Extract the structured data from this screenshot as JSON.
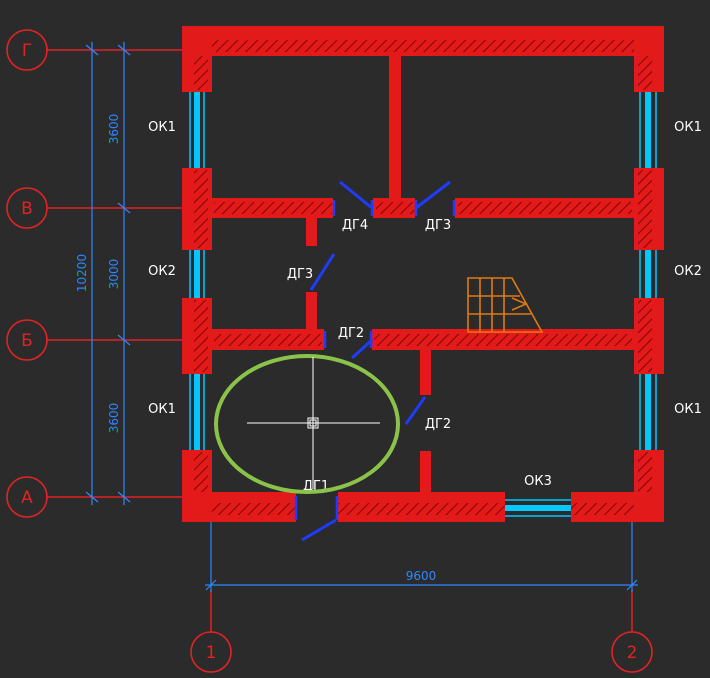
{
  "colors": {
    "background": "#2b2b2b",
    "wall": "#e31a1a",
    "wall_hatch": "#7a0000",
    "window": "#00c8ff",
    "door": "#1e3cff",
    "dimension": "#2f86ff",
    "axis": "#e32323",
    "stair": "#e07a10",
    "highlight": "#8bc34a"
  },
  "axes": {
    "rows": [
      "Г",
      "В",
      "Б",
      "А"
    ],
    "cols": [
      "1",
      "2"
    ]
  },
  "dimensions": {
    "top": "3600",
    "middle": "3000",
    "bottom": "3600",
    "total_height": "10200",
    "total_width": "9600"
  },
  "windows": {
    "left_top": "ОК1",
    "left_mid": "ОК2",
    "left_bottom": "ОК1",
    "right_top": "ОК1",
    "right_mid": "ОК2",
    "right_bottom": "ОК1",
    "bottom": "ОК3"
  },
  "doors": {
    "d4": "ДГ4",
    "d3_top": "ДГ3",
    "d3_left": "ДГ3",
    "d2_top": "ДГ2",
    "d2_right": "ДГ2",
    "d1": "ДГ1"
  },
  "icons": [
    "crosshair-icon",
    "stair-icon"
  ]
}
